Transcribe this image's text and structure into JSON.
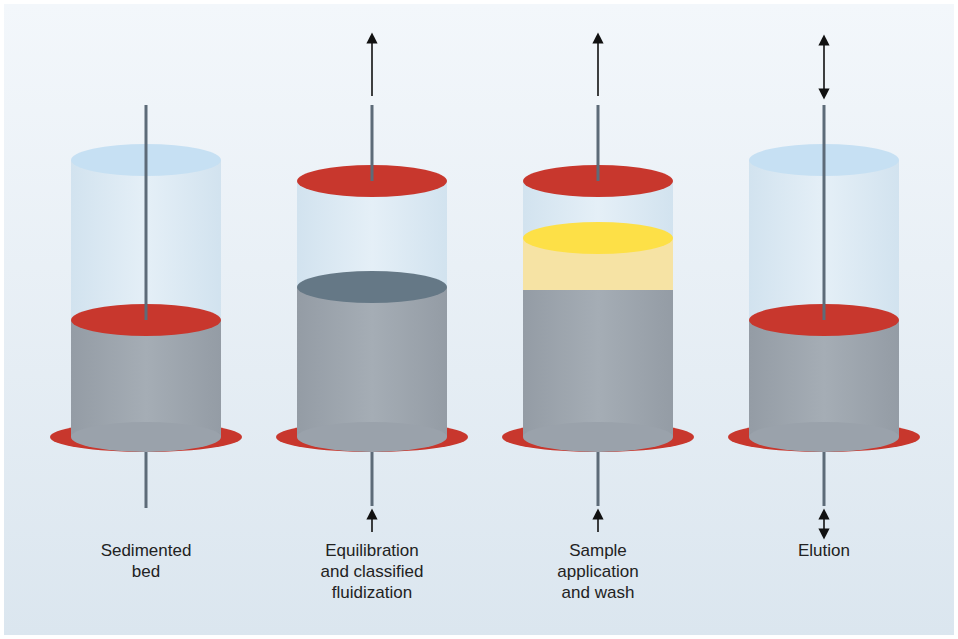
{
  "diagram": {
    "labels": [
      "Sedimented bed",
      "Equilibration and classified fluidization",
      "Sample application and wash",
      "Elution"
    ]
  }
}
